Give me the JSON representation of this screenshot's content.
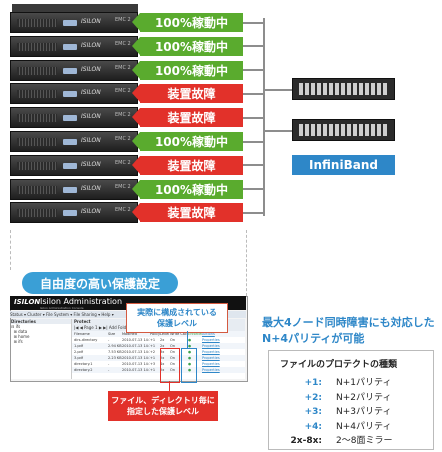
{
  "nodes": [
    {
      "brand": "ISILON",
      "model": "EMC 2",
      "status": "100%稼動中",
      "state": "ok"
    },
    {
      "brand": "ISILON",
      "model": "EMC 2",
      "status": "100%稼動中",
      "state": "ok"
    },
    {
      "brand": "ISILON",
      "model": "EMC 2",
      "status": "100%稼動中",
      "state": "ok"
    },
    {
      "brand": "ISILON",
      "model": "EMC 2",
      "status": "装置故障",
      "state": "ng"
    },
    {
      "brand": "ISILON",
      "model": "EMC 2",
      "status": "装置故障",
      "state": "ng"
    },
    {
      "brand": "ISILON",
      "model": "EMC 2",
      "status": "100%稼動中",
      "state": "ok"
    },
    {
      "brand": "ISILON",
      "model": "EMC 2",
      "status": "装置故障",
      "state": "ng"
    },
    {
      "brand": "ISILON",
      "model": "EMC 2",
      "status": "100%稼動中",
      "state": "ok"
    },
    {
      "brand": "ISILON",
      "model": "EMC 2",
      "status": "装置故障",
      "state": "ng"
    }
  ],
  "colors": {
    "ok": "#5aab2e",
    "ng": "#e2312a",
    "accent": "#2e87c8"
  },
  "interconnect_label": "InfiniBand",
  "flex_protection_label": "自由度の高い保護設定",
  "admin": {
    "logo": "ISILON",
    "title": "Isilon Administration",
    "subtitle": "Isilon Administration Console",
    "menu": "Status ▾  Cluster ▾  File System ▾  File Sharing ▾  Help ▾",
    "left_heading": "Directories",
    "tree": [
      "⊟ ifs",
      "  ⊞ data",
      "  ⊞ home",
      "  ⊞ ifs"
    ],
    "right_heading": "Protect",
    "toolbar": "|◀ ◀ Page 1 ▶ ▶|   Add Folder          Search",
    "columns": [
      "Filename",
      "Size",
      "Modified",
      "Policy",
      "Level",
      "Write Cache",
      "Enforced",
      "Actions"
    ],
    "rows": [
      [
        "dirs-directory",
        "-",
        "2010-07-13 14:18",
        "+1",
        "2x",
        "On",
        "●",
        "Properties"
      ],
      [
        "1.pdf",
        "2.94 KB",
        "2010-07-13 14:18",
        "+1",
        "2x",
        "On",
        "●",
        "Properties"
      ],
      [
        "2.pdf",
        "7.53 KB",
        "2010-07-13 14:18",
        "+2",
        "3x",
        "On",
        "●",
        "Properties"
      ],
      [
        "3.pdf",
        "2.23 KB",
        "2010-07-13 14:18",
        "+1",
        "2x",
        "On",
        "●",
        "Properties"
      ],
      [
        "directory.1",
        "-",
        "2010-07-13 14:18",
        "+3",
        "4x",
        "On",
        "●",
        "Properties"
      ],
      [
        "directory.2",
        "-",
        "2010-07-13 14:18",
        "+1",
        "2x",
        "On",
        "●",
        "Properties"
      ]
    ]
  },
  "callout_actual": {
    "line1": "実際に構成されている",
    "line2": "保護レベル"
  },
  "callout_set": {
    "line1": "ファイル、ディレクトリ毎に",
    "line2": "指定した保護レベル"
  },
  "heading": {
    "line1": "最大4ノード同時障害にも対応した",
    "line2": "N+4パリティが可能"
  },
  "protection_table": {
    "title": "ファイルのプロテクトの種類",
    "rows": [
      {
        "key": "+1:",
        "value": "N+1パリティ"
      },
      {
        "key": "+2:",
        "value": "N+2パリティ"
      },
      {
        "key": "+3:",
        "value": "N+3パリティ"
      },
      {
        "key": "+4:",
        "value": "N+4パリティ"
      },
      {
        "key": "2x-8x:",
        "value": "2～8面ミラー"
      }
    ]
  }
}
